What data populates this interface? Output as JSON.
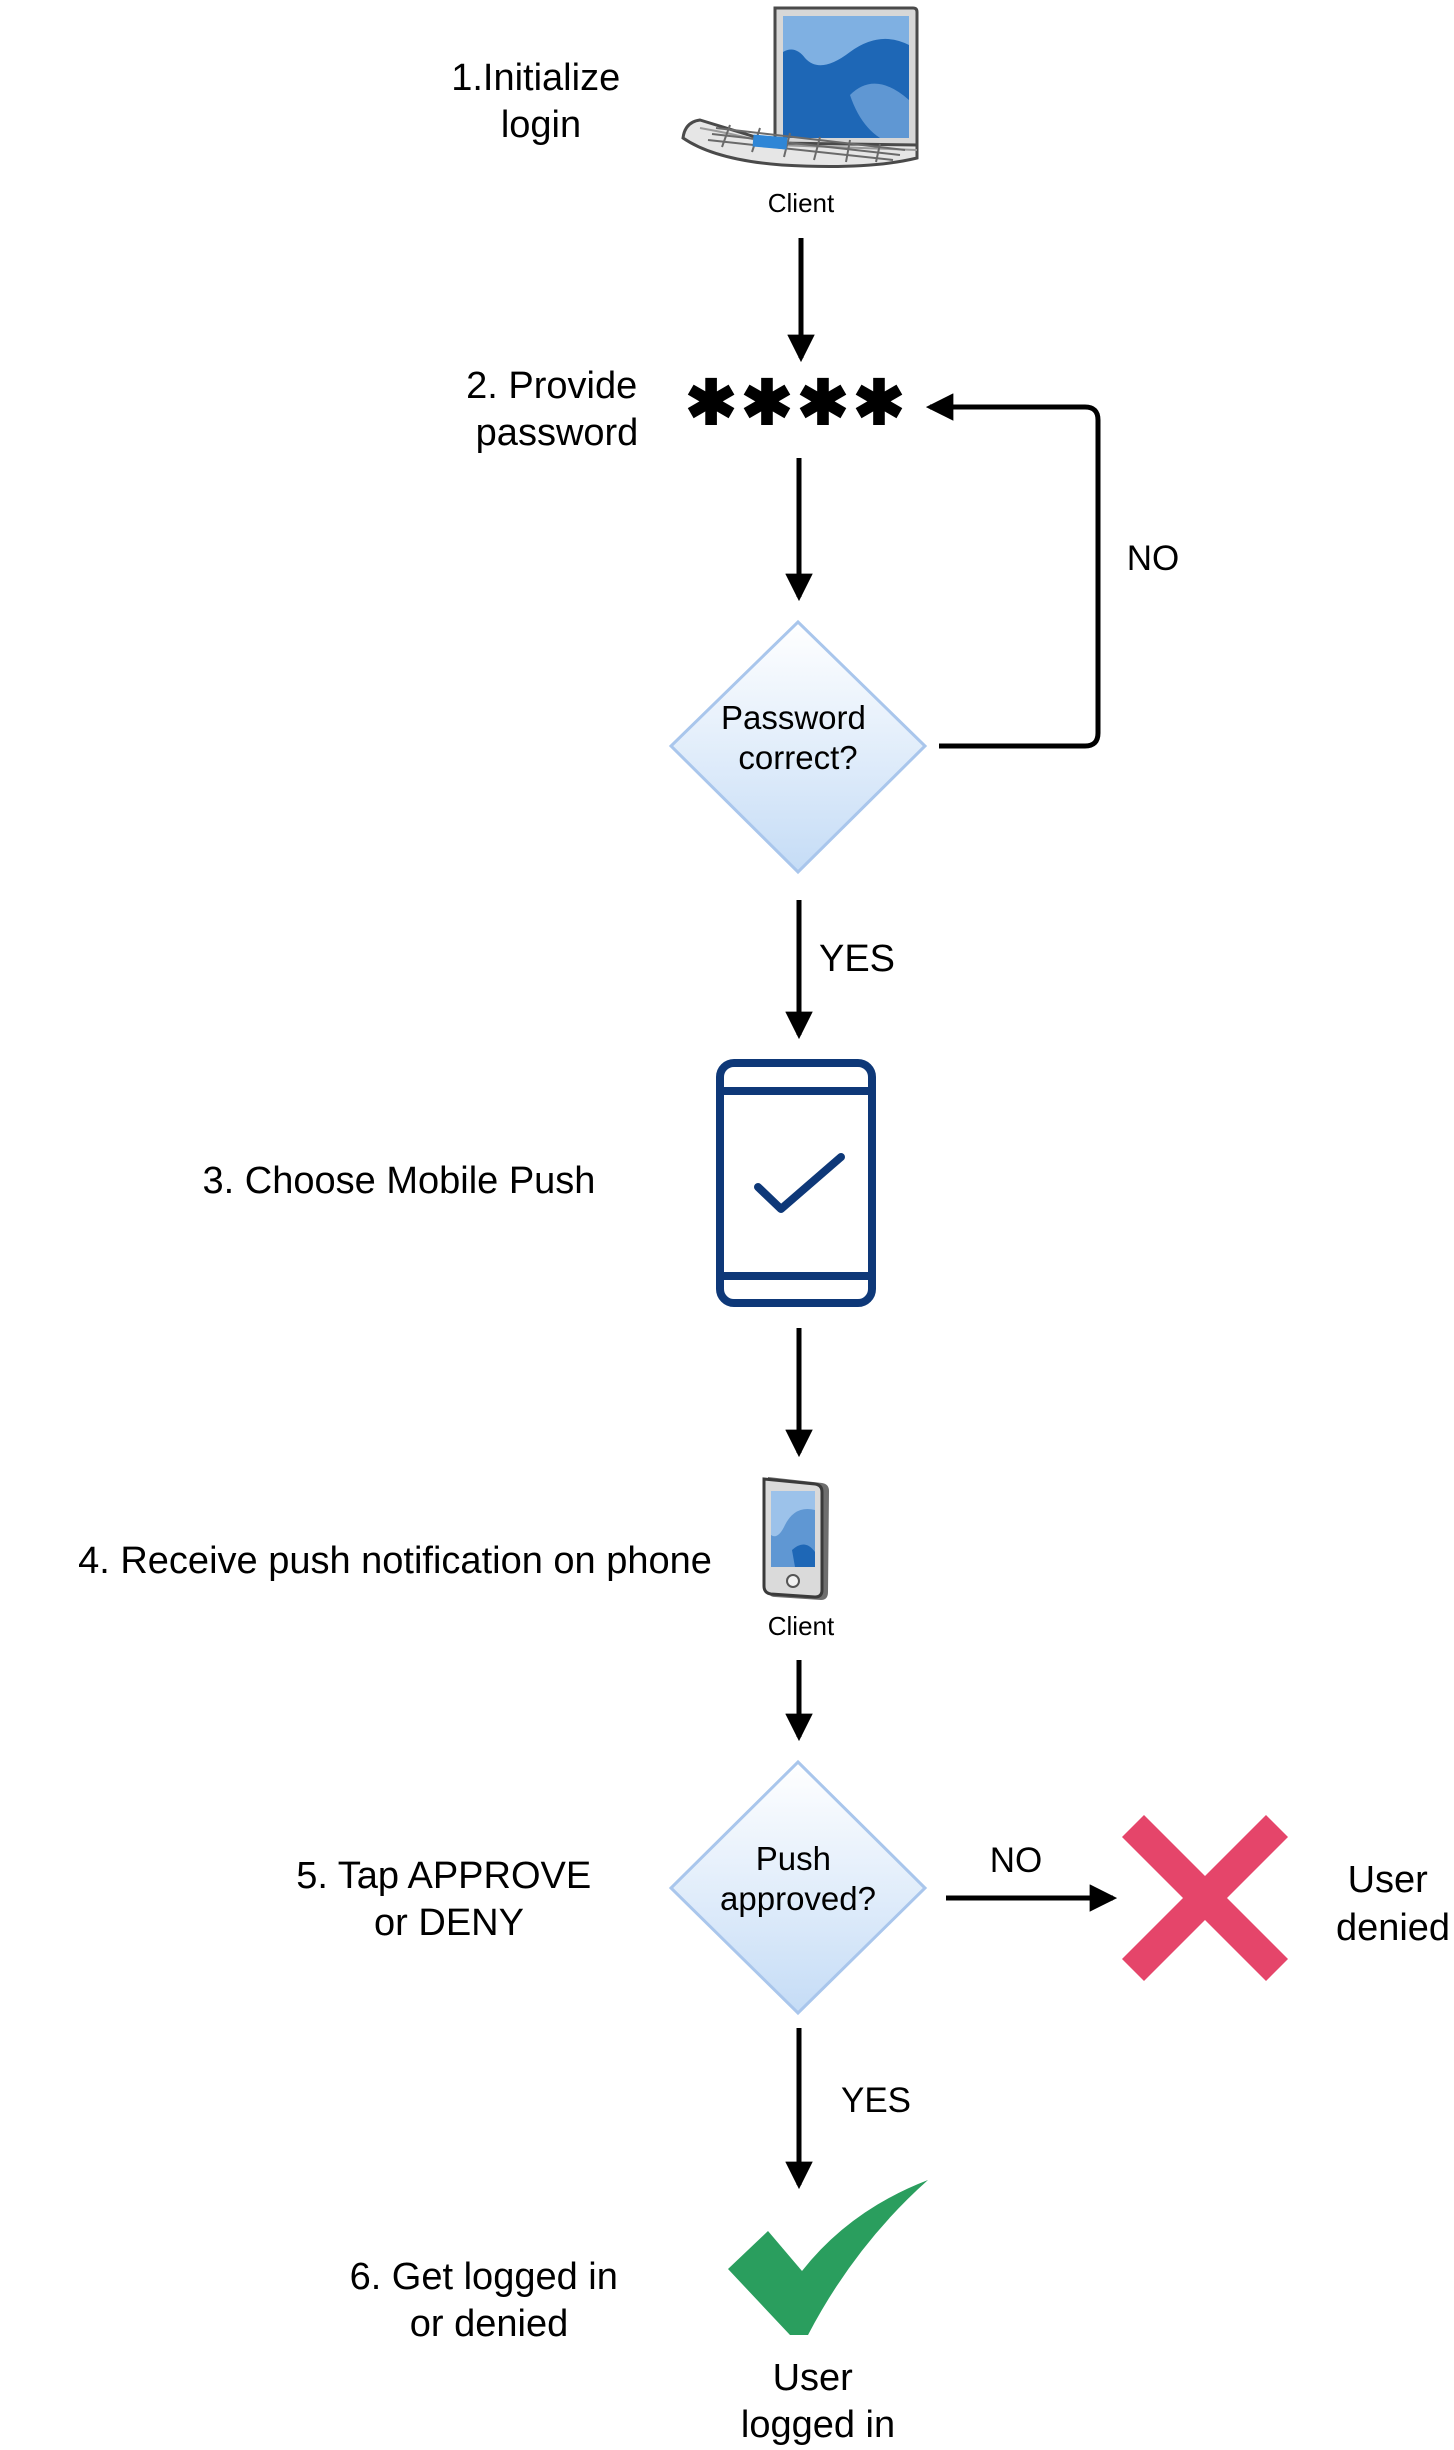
{
  "steps": [
    {
      "lines": [
        "1.Initialize",
        "login"
      ]
    },
    {
      "lines": [
        "2. Provide",
        "password"
      ]
    },
    {
      "lines": [
        "3. Choose Mobile Push"
      ]
    },
    {
      "lines": [
        "4. Receive push notification on phone"
      ]
    },
    {
      "lines": [
        "5. Tap APPROVE",
        "or DENY"
      ]
    },
    {
      "lines": [
        "6. Get logged in",
        "or denied"
      ]
    }
  ],
  "icons": {
    "laptop_caption": "Client",
    "phone_caption": "Client",
    "password_mask": "✱✱✱✱"
  },
  "decisions": {
    "password": {
      "lines": [
        "Password",
        "correct?"
      ],
      "no_label": "NO",
      "yes_label": "YES"
    },
    "push": {
      "lines": [
        "Push",
        "approved?"
      ],
      "no_label": "NO",
      "yes_label": "YES"
    }
  },
  "outcomes": {
    "denied": {
      "lines": [
        "User",
        "denied"
      ]
    },
    "logged_in": {
      "lines": [
        "User",
        "logged in"
      ]
    }
  },
  "colors": {
    "decision_fill_top": "#ffffff",
    "decision_fill_bottom": "#c9def7",
    "decision_stroke": "#a9c4eb",
    "device_blue": "#0e3878",
    "denied_red": "#e5456a",
    "approved_green": "#2a9e5e",
    "laptop_screen": "#1e67b6"
  }
}
